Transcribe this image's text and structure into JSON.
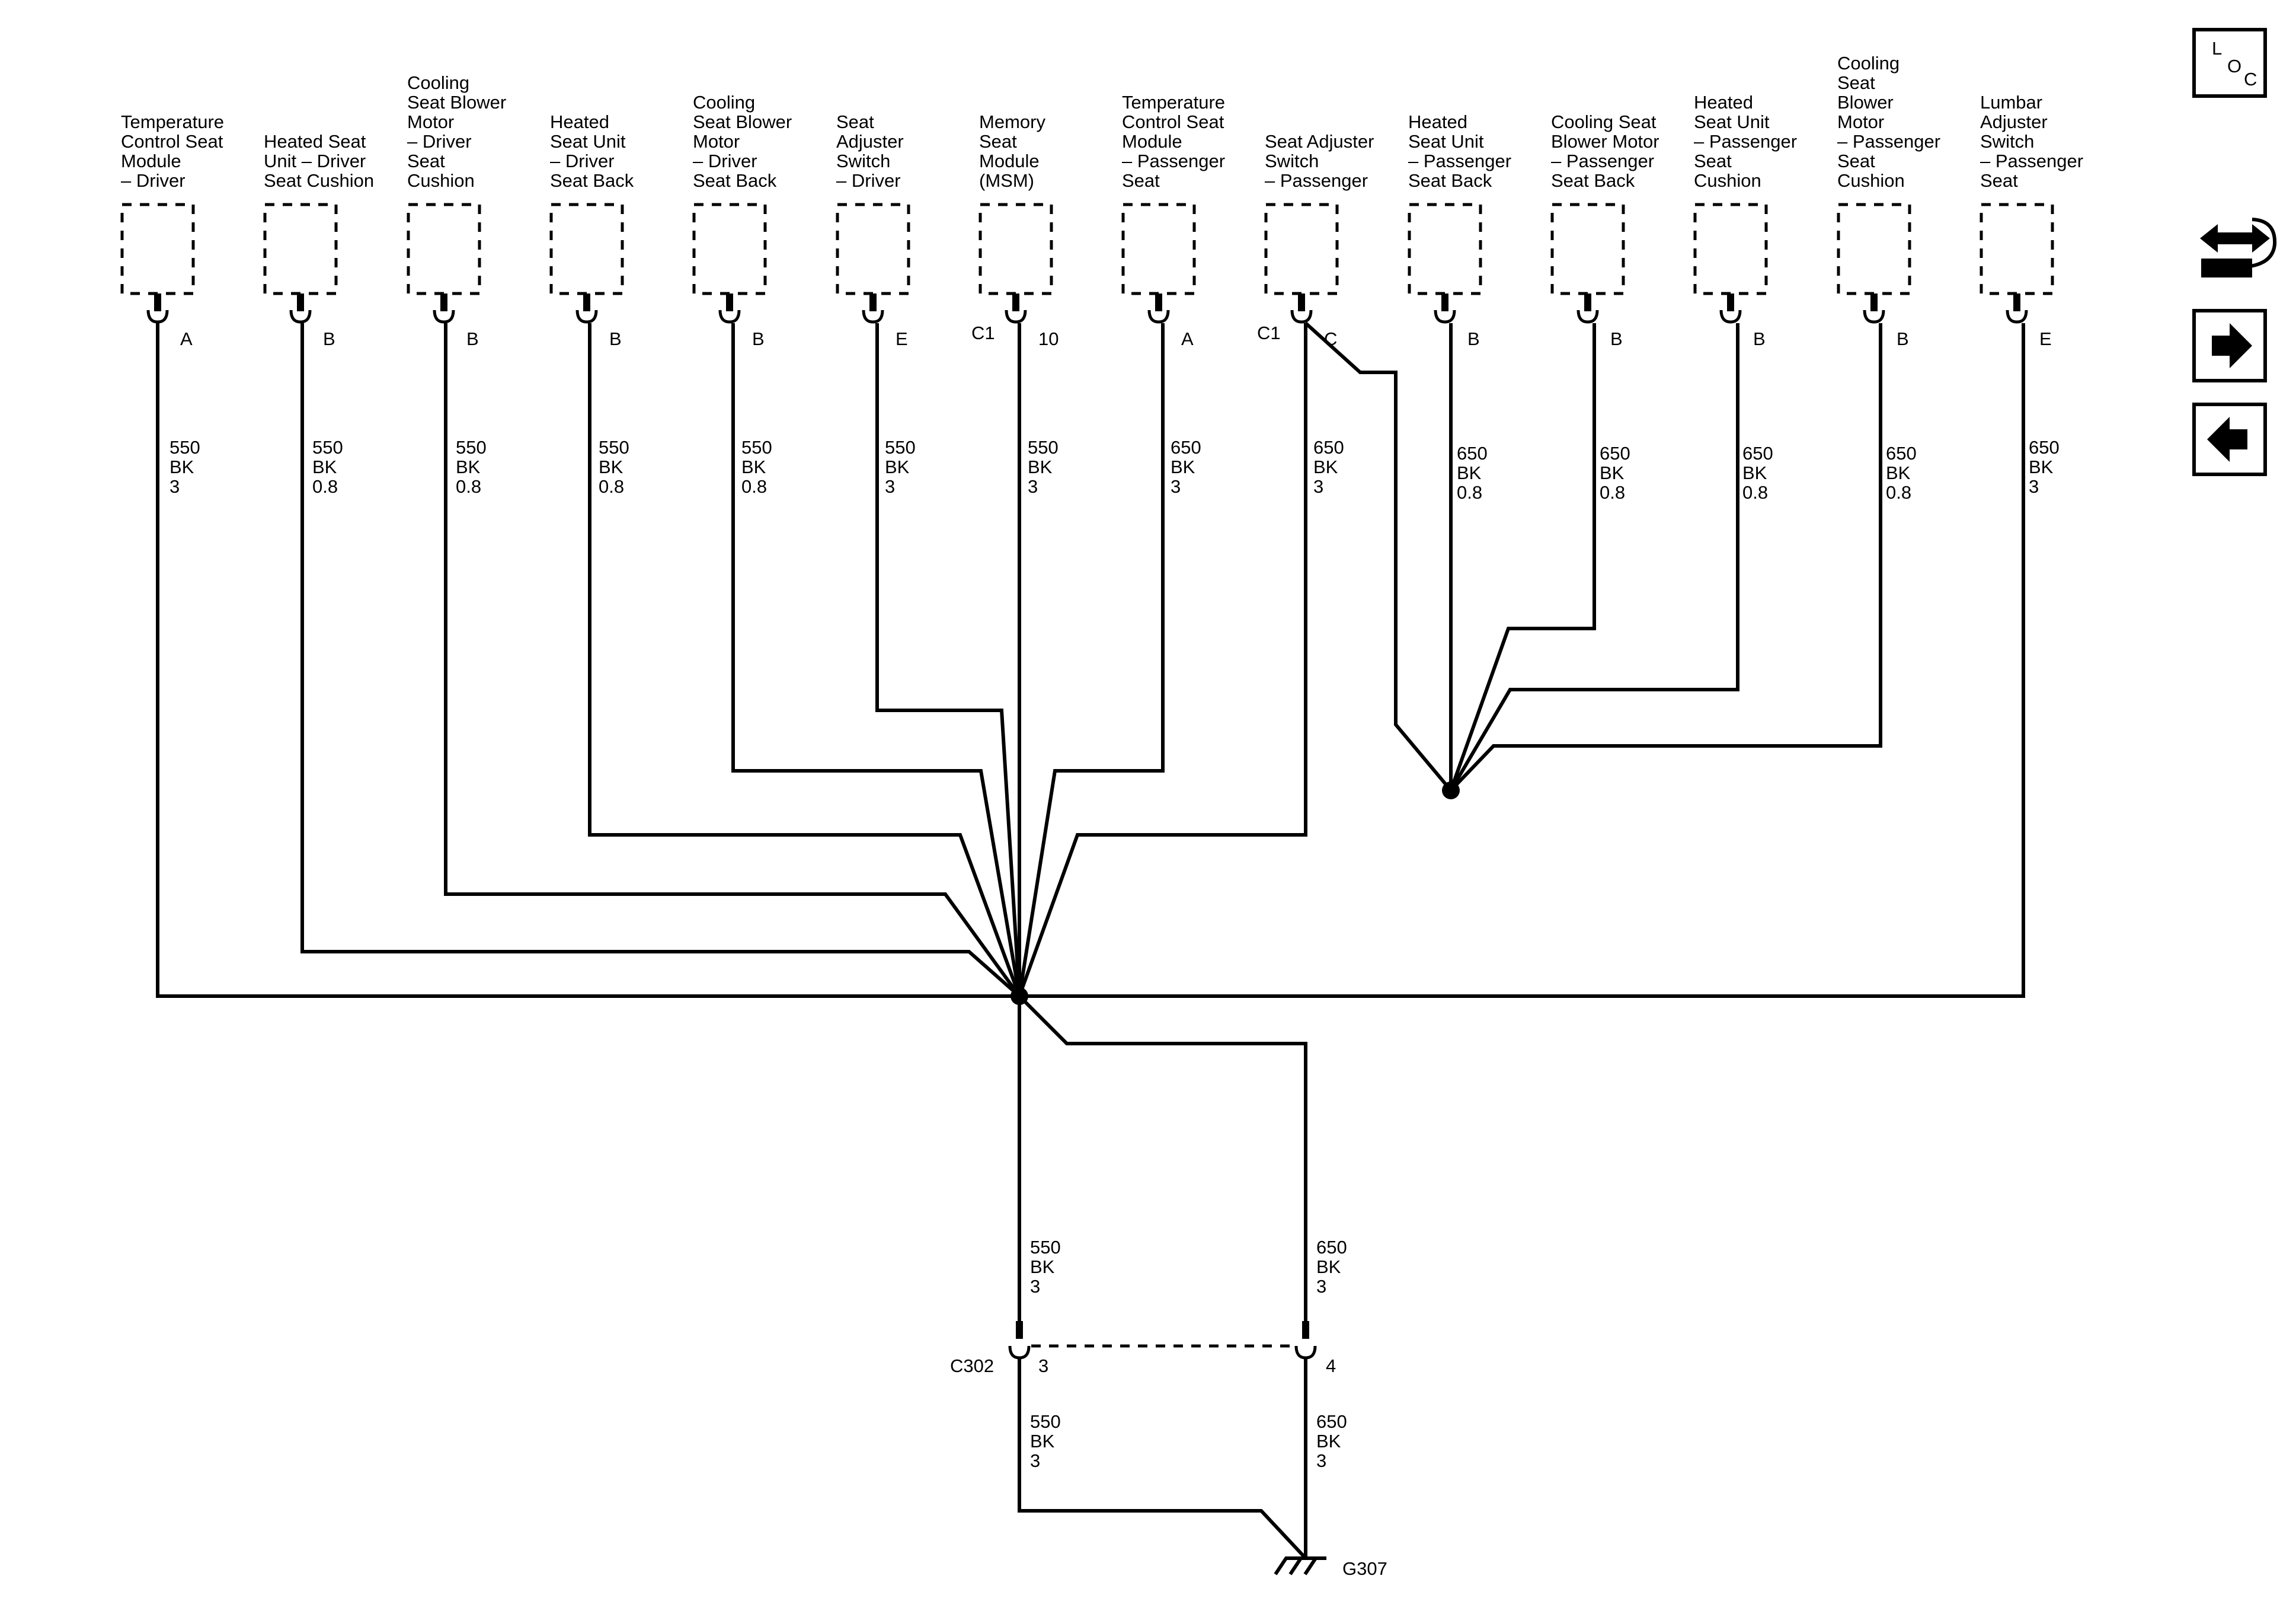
{
  "components": [
    {
      "id": "temp-ctrl-driver",
      "lines": [
        "Temperature",
        "Control Seat",
        "Module",
        "– Driver"
      ],
      "pin_label": "",
      "pin": "A",
      "wire": [
        "550",
        "BK",
        "3"
      ]
    },
    {
      "id": "heated-driver-cushion",
      "lines": [
        "Heated Seat",
        "Unit – Driver",
        "Seat Cushion"
      ],
      "pin_label": "",
      "pin": "B",
      "wire": [
        "550",
        "BK",
        "0.8"
      ]
    },
    {
      "id": "cool-driver-cushion",
      "lines": [
        "Cooling",
        "Seat Blower",
        "Motor",
        "– Driver",
        "Seat",
        "Cushion"
      ],
      "pin_label": "",
      "pin": "B",
      "wire": [
        "550",
        "BK",
        "0.8"
      ]
    },
    {
      "id": "heated-driver-back",
      "lines": [
        "Heated",
        "Seat Unit",
        "– Driver",
        "Seat Back"
      ],
      "pin_label": "",
      "pin": "B",
      "wire": [
        "550",
        "BK",
        "0.8"
      ]
    },
    {
      "id": "cool-driver-back",
      "lines": [
        "Cooling",
        "Seat Blower",
        "Motor",
        "– Driver",
        "Seat Back"
      ],
      "pin_label": "",
      "pin": "B",
      "wire": [
        "550",
        "BK",
        "0.8"
      ]
    },
    {
      "id": "adj-driver",
      "lines": [
        "Seat",
        "Adjuster",
        "Switch",
        "– Driver"
      ],
      "pin_label": "",
      "pin": "E",
      "wire": [
        "550",
        "BK",
        "3"
      ]
    },
    {
      "id": "msm",
      "lines": [
        "Memory",
        "Seat",
        "Module",
        "(MSM)"
      ],
      "pin_label": "C1",
      "pin": "10",
      "wire": [
        "550",
        "BK",
        "3"
      ]
    },
    {
      "id": "temp-ctrl-pass",
      "lines": [
        "Temperature",
        "Control Seat",
        "Module",
        "– Passenger",
        "Seat"
      ],
      "pin_label": "",
      "pin": "A",
      "wire": [
        "650",
        "BK",
        "3"
      ]
    },
    {
      "id": "adj-pass",
      "lines": [
        "Seat Adjuster",
        "Switch",
        "– Passenger"
      ],
      "pin_label": "C1",
      "pin": "C",
      "wire": [
        "650",
        "BK",
        "3"
      ]
    },
    {
      "id": "heated-pass-back",
      "lines": [
        "Heated",
        "Seat Unit",
        " – Passenger",
        "Seat Back"
      ],
      "pin_label": "",
      "pin": "B",
      "wire": [
        "650",
        "BK",
        "0.8"
      ]
    },
    {
      "id": "cool-pass-back",
      "lines": [
        "Cooling Seat",
        "Blower Motor",
        "– Passenger",
        "Seat Back"
      ],
      "pin_label": "",
      "pin": "B",
      "wire": [
        "650",
        "BK",
        "0.8"
      ]
    },
    {
      "id": "heated-pass-cushion",
      "lines": [
        "Heated",
        "Seat Unit",
        "– Passenger",
        "Seat",
        "Cushion"
      ],
      "pin_label": "",
      "pin": "B",
      "wire": [
        "650",
        "BK",
        "0.8"
      ]
    },
    {
      "id": "cool-pass-cushion",
      "lines": [
        "Cooling",
        "Seat",
        "Blower",
        "Motor",
        "– Passenger",
        "Seat",
        "Cushion"
      ],
      "pin_label": "",
      "pin": "B",
      "wire": [
        "650",
        "BK",
        "0.8"
      ]
    },
    {
      "id": "lumbar-pass",
      "lines": [
        "Lumbar",
        "Adjuster",
        "Switch",
        "– Passenger",
        "Seat"
      ],
      "pin_label": "",
      "pin": "E",
      "wire": [
        "650",
        "BK",
        "3"
      ]
    }
  ],
  "trunk_left": {
    "wire_upper": [
      "550",
      "BK",
      "3"
    ],
    "wire_lower": [
      "550",
      "BK",
      "3"
    ]
  },
  "trunk_right": {
    "wire_upper": [
      "650",
      "BK",
      "3"
    ],
    "wire_lower": [
      "650",
      "BK",
      "3"
    ]
  },
  "connector": {
    "name": "C302",
    "pin_left": "3",
    "pin_right": "4"
  },
  "ground": {
    "name": "G307"
  },
  "nav": {
    "loc_letters": [
      "L",
      "O",
      "C"
    ],
    "tools_icon": "tools-swap-icon",
    "next_icon": "arrow-right-icon",
    "prev_icon": "arrow-left-icon"
  }
}
